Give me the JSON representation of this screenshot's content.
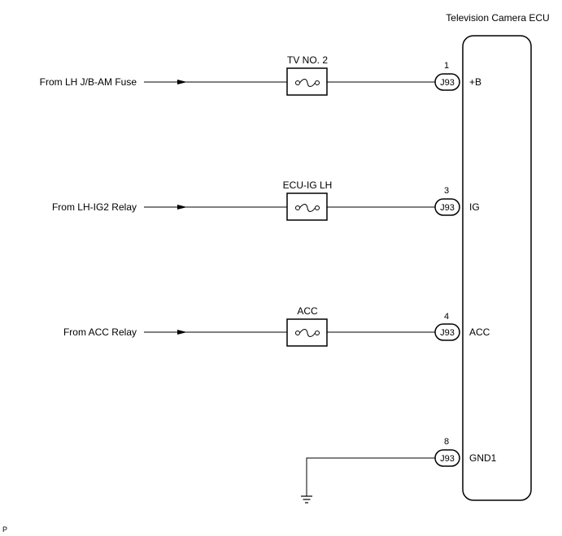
{
  "ecu": {
    "title": "Television Camera ECU"
  },
  "circuits": [
    {
      "source": "From LH J/B-AM Fuse",
      "fuse": "TV NO. 2",
      "pin": "1",
      "connector": "J93",
      "terminal": "+B"
    },
    {
      "source": "From LH-IG2 Relay",
      "fuse": "ECU-IG LH",
      "pin": "3",
      "connector": "J93",
      "terminal": "IG"
    },
    {
      "source": "From ACC Relay",
      "fuse": "ACC",
      "pin": "4",
      "connector": "J93",
      "terminal": "ACC"
    }
  ],
  "ground": {
    "pin": "8",
    "connector": "J93",
    "terminal": "GND1"
  },
  "footer": {
    "code": "P"
  }
}
